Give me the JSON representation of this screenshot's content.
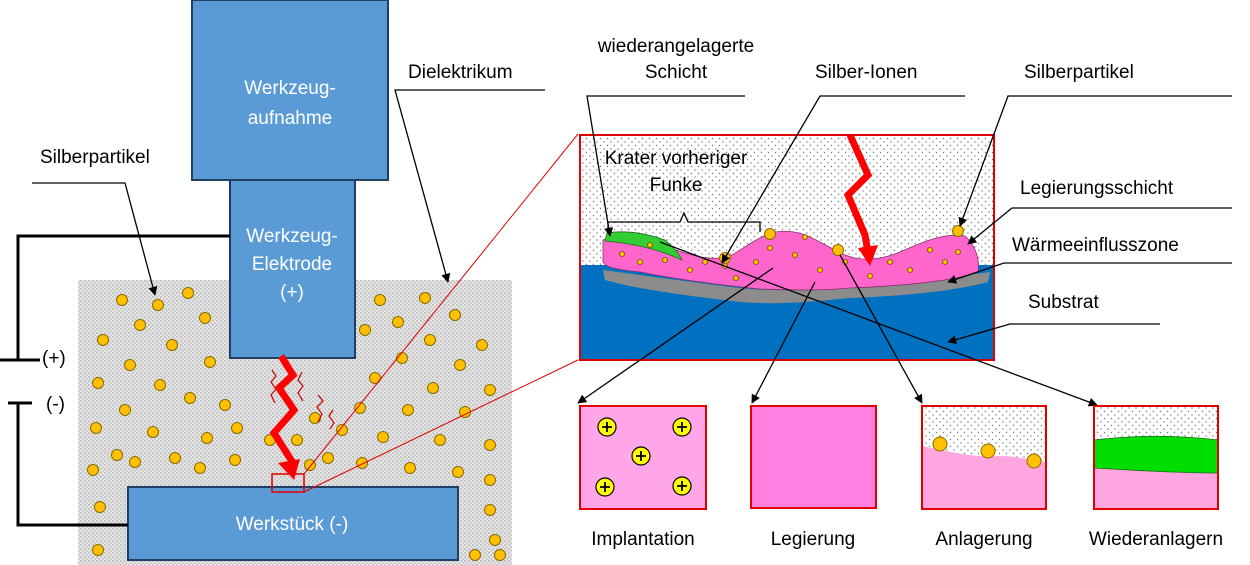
{
  "labels": {
    "tool_holder_1": "Werkzeug-",
    "tool_holder_2": "aufnahme",
    "electrode_1": "Werkzeug-",
    "electrode_2": "Elektrode",
    "electrode_3": "(+)",
    "workpiece": "Werkstück (-)",
    "dielectric": "Dielektrikum",
    "silver_particles_left": "Silberpartikel",
    "plus": "(+)",
    "minus": "(-)",
    "redeposited_1": "wiederangelagerte",
    "redeposited_2": "Schicht",
    "silver_ions": "Silber-Ionen",
    "silver_particles_right": "Silberpartikel",
    "crater_1": "Krater vorheriger",
    "crater_2": "Funke",
    "alloy_layer": "Legierungsschicht",
    "haz": "Wärmeeinflusszone",
    "substrate": "Substrat"
  },
  "panels": {
    "implantation": "Implantation",
    "alloying": "Legierung",
    "deposition": "Anlagerung",
    "redeposition": "Wiederanlagern"
  },
  "colors": {
    "electrode": "#5b9bd5",
    "dielectric": "#d9d9d9",
    "particle": "#ffc000",
    "alloy": "#ff66cc",
    "substrate": "#0070c0",
    "haz": "#808080",
    "redeposit": "#33cc33",
    "spark": "#ff0000",
    "frame": "#e00000"
  }
}
